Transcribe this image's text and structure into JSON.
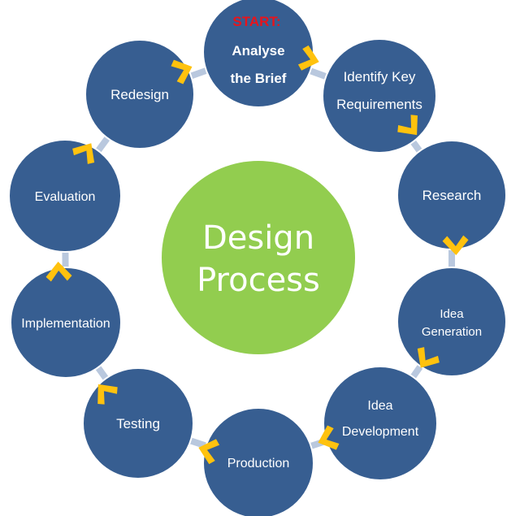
{
  "center": {
    "line1": "Design",
    "line2": "Process"
  },
  "start_label": "START:",
  "nodes": [
    {
      "id": "analyse-brief",
      "lines": [
        "Analyse",
        "the Brief"
      ]
    },
    {
      "id": "identify-key-requirements",
      "lines": [
        "Identify Key",
        "Requirements"
      ]
    },
    {
      "id": "research",
      "lines": [
        "Research"
      ]
    },
    {
      "id": "idea-generation",
      "lines": [
        "Idea",
        "Generation"
      ]
    },
    {
      "id": "idea-development",
      "lines": [
        "Idea",
        "Development"
      ]
    },
    {
      "id": "production",
      "lines": [
        "Production"
      ]
    },
    {
      "id": "testing",
      "lines": [
        "Testing"
      ]
    },
    {
      "id": "implementation",
      "lines": [
        "Implementation"
      ]
    },
    {
      "id": "evaluation",
      "lines": [
        "Evaluation"
      ]
    },
    {
      "id": "redesign",
      "lines": [
        "Redesign"
      ]
    }
  ],
  "colors": {
    "node_fill": "#375e91",
    "node_stroke": "#ffffff",
    "center_fill": "#92cd4f",
    "connector": "#b9c8de",
    "arrow": "#ffc20e",
    "start": "#e8141b",
    "label": "#ffffff"
  }
}
